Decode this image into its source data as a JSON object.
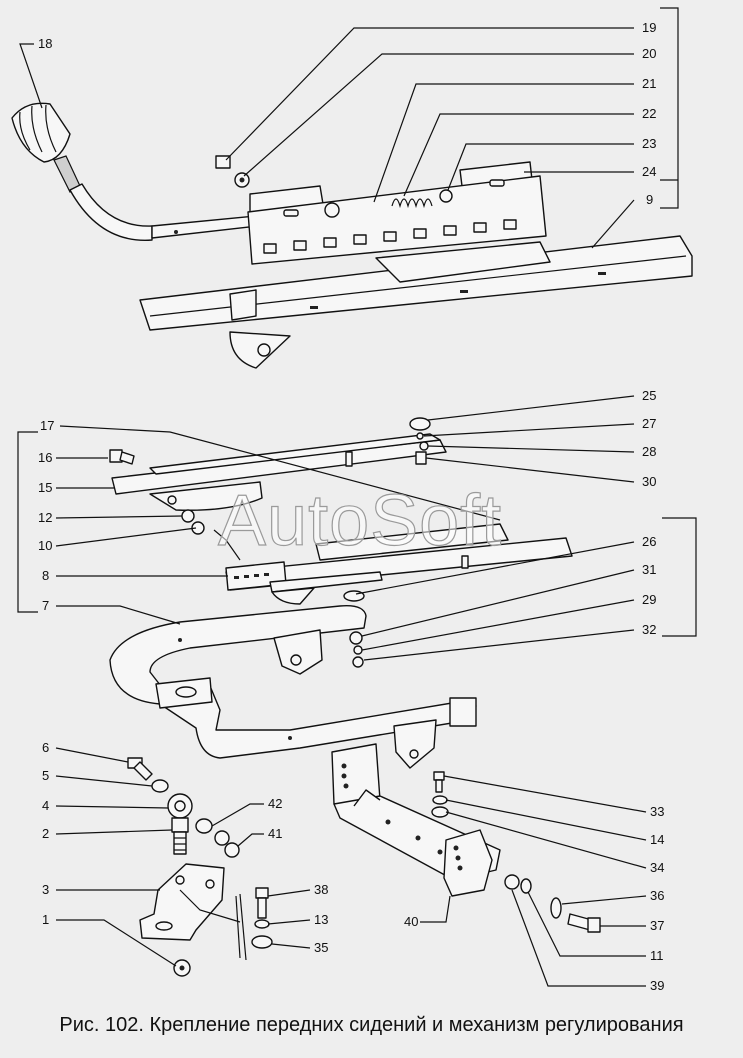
{
  "caption": "Рис. 102. Крепление передних сидений и механизм регулирования",
  "watermark": "AutoSoft",
  "labels": {
    "p1": "1",
    "p2": "2",
    "p3": "3",
    "p4": "4",
    "p5": "5",
    "p6": "6",
    "p7": "7",
    "p8": "8",
    "p9": "9",
    "p10": "10",
    "p11": "11",
    "p12": "12",
    "p13": "13",
    "p14": "14",
    "p15": "15",
    "p16": "16",
    "p17": "17",
    "p18": "18",
    "p19": "19",
    "p20": "20",
    "p21": "21",
    "p22": "22",
    "p23": "23",
    "p24": "24",
    "p25": "25",
    "p26": "26",
    "p27": "27",
    "p28": "28",
    "p29": "29",
    "p30": "30",
    "p31": "31",
    "p32": "32",
    "p33": "33",
    "p34": "34",
    "p35": "35",
    "p36": "36",
    "p37": "37",
    "p38": "38",
    "p39": "39",
    "p40": "40",
    "p41": "41",
    "p42": "42"
  },
  "colors": {
    "ink": "#111111",
    "paper": "#eeeeee"
  }
}
